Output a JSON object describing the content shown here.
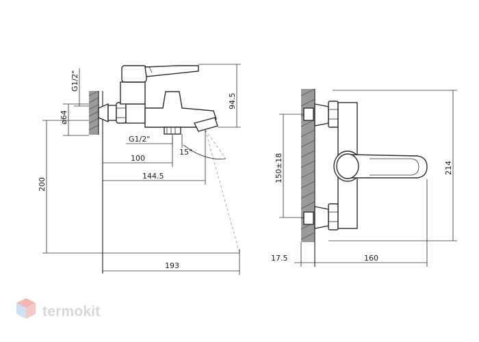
{
  "side_view": {
    "dims": {
      "thread_top": "G1/2\"",
      "diameter": "ø64",
      "height_94": "94.5",
      "thread_bottom": "G1/2\"",
      "angle": "15°",
      "len_100": "100",
      "len_144": "144.5",
      "height_200": "200",
      "len_193": "193"
    }
  },
  "front_view": {
    "dims": {
      "spacing": "150±18",
      "height_214": "214",
      "offset_17": "17.5",
      "width_160": "160"
    }
  },
  "watermark": {
    "brand": "termokit"
  }
}
